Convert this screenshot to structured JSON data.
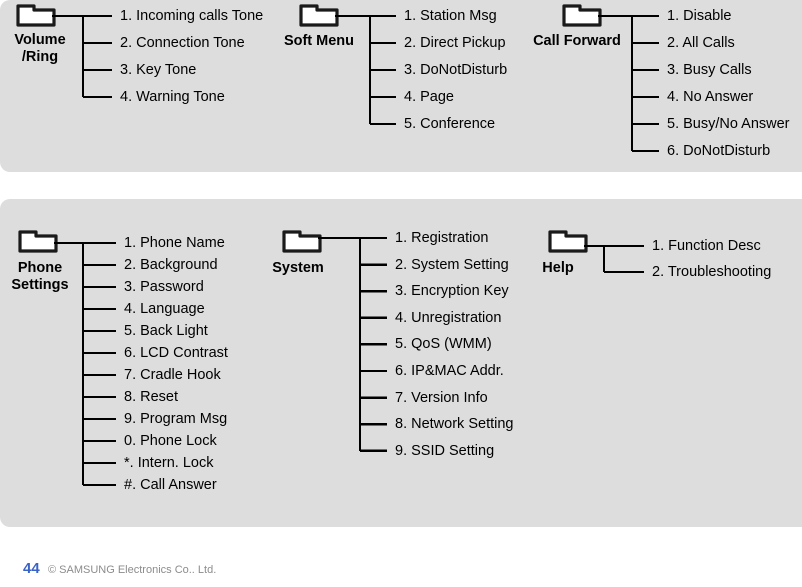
{
  "page": {
    "background_color": "#ffffff",
    "panel_color": "#dddddd",
    "line_color": "#000000",
    "icon_name": "folder-icon"
  },
  "footer": {
    "page_number": "44",
    "copyright": "© SAMSUNG Electronics Co.. Ltd.",
    "page_number_color": "#3a63c8",
    "copyright_color": "#8c8c8c"
  },
  "groups": [
    {
      "id": "volume-ring",
      "label": "Volume\n/Ring",
      "items": [
        "1. Incoming calls Tone",
        "2. Connection Tone",
        "3. Key Tone",
        "4. Warning Tone"
      ]
    },
    {
      "id": "soft-menu",
      "label": "Soft Menu",
      "items": [
        "1. Station Msg",
        "2. Direct Pickup",
        "3. DoNotDisturb",
        "4. Page",
        "5. Conference"
      ]
    },
    {
      "id": "call-forward",
      "label": "Call Forward",
      "items": [
        "1. Disable",
        "2. All Calls",
        "3. Busy Calls",
        "4. No Answer",
        "5. Busy/No Answer",
        "6. DoNotDisturb"
      ]
    },
    {
      "id": "phone-settings",
      "label": "Phone\nSettings",
      "items": [
        "1. Phone Name",
        "2. Background",
        "3. Password",
        "4. Language",
        "5. Back Light",
        "6. LCD Contrast",
        "7. Cradle Hook",
        "8. Reset",
        "9. Program Msg",
        "0. Phone Lock",
        "*. Intern. Lock",
        "#. Call Answer"
      ]
    },
    {
      "id": "system",
      "label": "System",
      "items": [
        "1. Registration",
        "2. System Setting",
        "3. Encryption Key",
        "4. Unregistration",
        "5. QoS (WMM)",
        "6. IP&MAC Addr.",
        "7. Version Info",
        "8. Network Setting",
        "9. SSID Setting"
      ]
    },
    {
      "id": "help",
      "label": "Help",
      "items": [
        "1. Function Desc",
        "2. Troubleshooting"
      ]
    }
  ]
}
